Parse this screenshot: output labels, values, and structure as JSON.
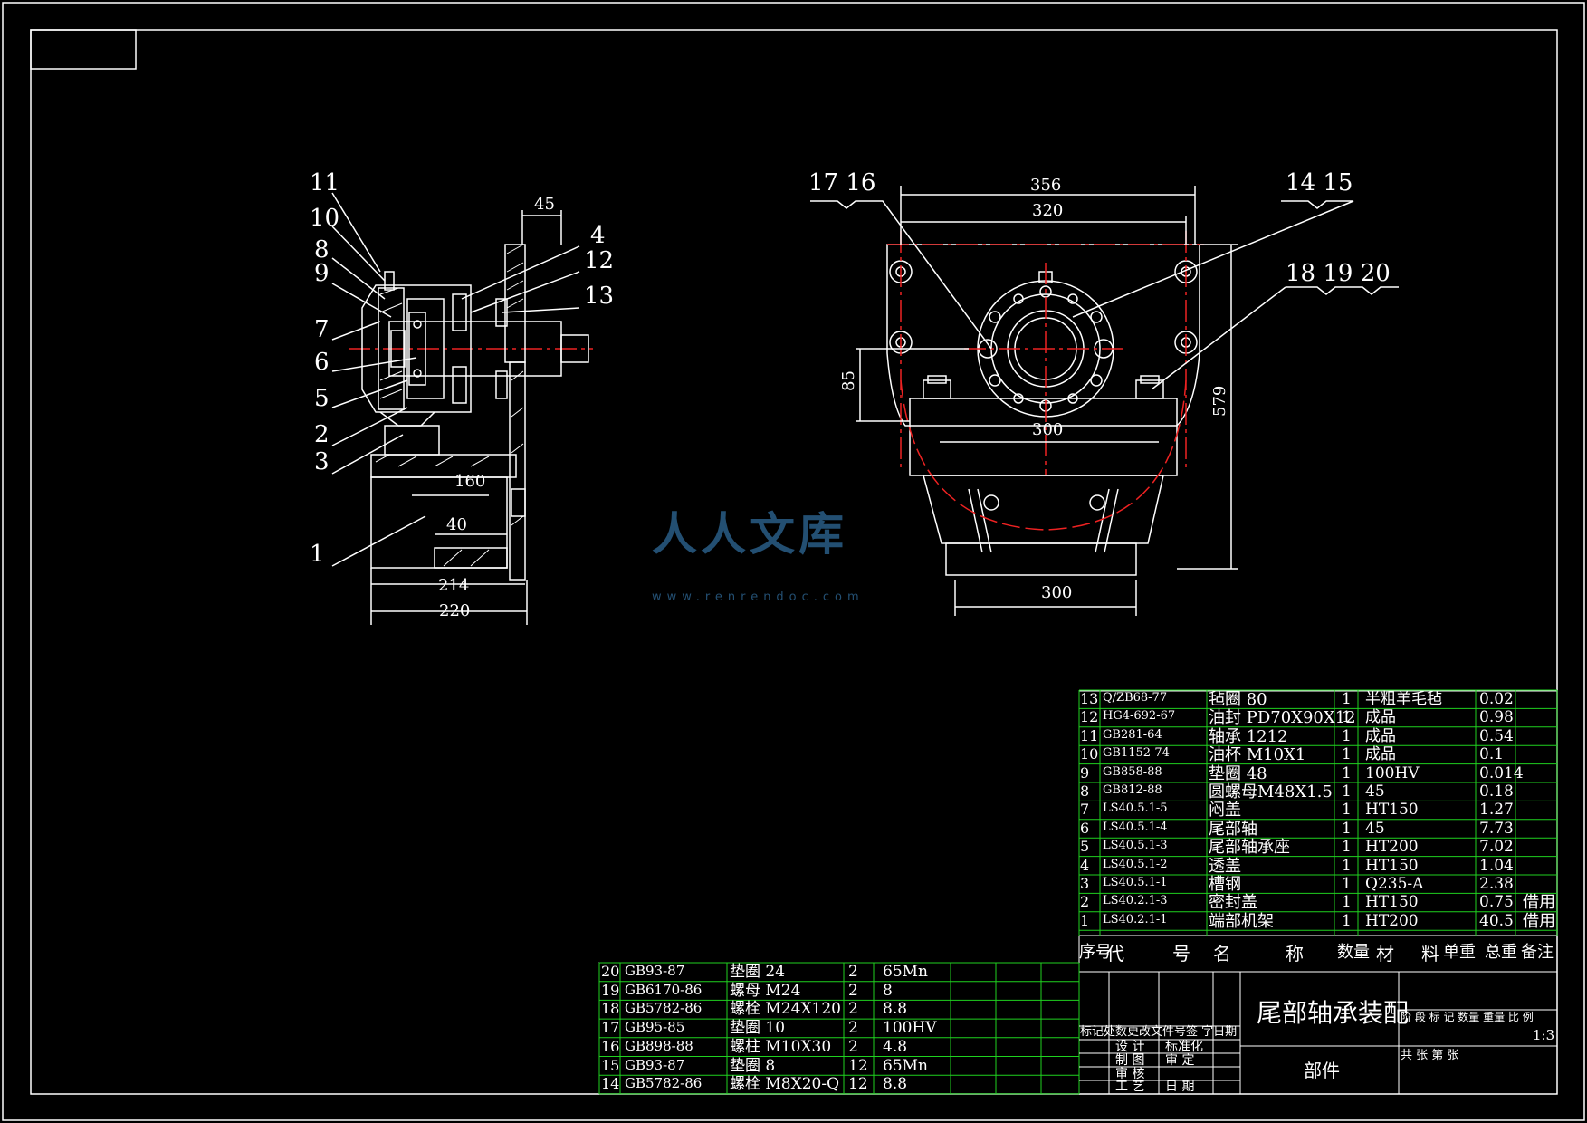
{
  "left_view": {
    "part_labels": [
      "11",
      "10",
      "8",
      "9",
      "7",
      "6",
      "5",
      "2",
      "3",
      "1",
      "4",
      "12",
      "13"
    ],
    "dimensions": {
      "d45": "45",
      "d160": "160",
      "d40": "40",
      "d214": "214",
      "d220": "220"
    }
  },
  "right_view": {
    "labels": {
      "l17_16": "17  16",
      "l14_15": "14  15",
      "l18_19_20": "18  19  20"
    },
    "dimensions": {
      "d356": "356",
      "d320": "320",
      "d85": "85",
      "d579": "579",
      "d300a": "300",
      "d300b": "300"
    }
  },
  "watermark": {
    "text": "人人文库",
    "url": "www.renrendoc.com"
  },
  "bom_upper": [
    {
      "no": "13",
      "code": "Q/ZB68-77",
      "name": "毡圈 80",
      "qty": "1",
      "material": "半粗羊毛毡",
      "weight": "0.02",
      "note": ""
    },
    {
      "no": "12",
      "code": "HG4-692-67",
      "name": "油封 PD70X90X12",
      "qty": "1",
      "material": "成品",
      "weight": "0.98",
      "note": ""
    },
    {
      "no": "11",
      "code": "GB281-64",
      "name": "轴承 1212",
      "qty": "1",
      "material": "成品",
      "weight": "0.54",
      "note": ""
    },
    {
      "no": "10",
      "code": "GB1152-74",
      "name": "油杯 M10X1",
      "qty": "1",
      "material": "成品",
      "weight": "0.1",
      "note": ""
    },
    {
      "no": "9",
      "code": "GB858-88",
      "name": "垫圈 48",
      "qty": "1",
      "material": "100HV",
      "weight": "0.014",
      "note": ""
    },
    {
      "no": "8",
      "code": "GB812-88",
      "name": "圆螺母M48X1.5",
      "qty": "1",
      "material": "45",
      "weight": "0.18",
      "note": ""
    },
    {
      "no": "7",
      "code": "LS40.5.1-5",
      "name": "闷盖",
      "qty": "1",
      "material": "HT150",
      "weight": "1.27",
      "note": ""
    },
    {
      "no": "6",
      "code": "LS40.5.1-4",
      "name": "尾部轴",
      "qty": "1",
      "material": "45",
      "weight": "7.73",
      "note": ""
    },
    {
      "no": "5",
      "code": "LS40.5.1-3",
      "name": "尾部轴承座",
      "qty": "1",
      "material": "HT200",
      "weight": "7.02",
      "note": ""
    },
    {
      "no": "4",
      "code": "LS40.5.1-2",
      "name": "透盖",
      "qty": "1",
      "material": "HT150",
      "weight": "1.04",
      "note": ""
    },
    {
      "no": "3",
      "code": "LS40.5.1-1",
      "name": "槽钢",
      "qty": "1",
      "material": "Q235-A",
      "weight": "2.38",
      "note": ""
    },
    {
      "no": "2",
      "code": "LS40.2.1-3",
      "name": "密封盖",
      "qty": "1",
      "material": "HT150",
      "weight": "0.75",
      "note": "借用"
    },
    {
      "no": "1",
      "code": "LS40.2.1-1",
      "name": "端部机架",
      "qty": "1",
      "material": "HT200",
      "weight": "40.5",
      "note": "借用"
    }
  ],
  "bom_header": {
    "no": "序号",
    "code": "代",
    "code2": "号",
    "name": "名",
    "name2": "称",
    "qty": "数量",
    "material": "材",
    "material2": "料",
    "unit_w": "单重",
    "total_w": "总重",
    "note": "备注"
  },
  "bom_lower": [
    {
      "no": "20",
      "code": "GB93-87",
      "name": "垫圈 24",
      "qty": "2",
      "material": "65Mn"
    },
    {
      "no": "19",
      "code": "GB6170-86",
      "name": "螺母 M24",
      "qty": "2",
      "material": "8"
    },
    {
      "no": "18",
      "code": "GB5782-86",
      "name": "螺栓 M24X120",
      "qty": "2",
      "material": "8.8"
    },
    {
      "no": "17",
      "code": "GB95-85",
      "name": "垫圈 10",
      "qty": "2",
      "material": "100HV"
    },
    {
      "no": "16",
      "code": "GB898-88",
      "name": "螺柱 M10X30",
      "qty": "2",
      "material": "4.8"
    },
    {
      "no": "15",
      "code": "GB93-87",
      "name": "垫圈 8",
      "qty": "12",
      "material": "65Mn"
    },
    {
      "no": "14",
      "code": "GB5782-86",
      "name": "螺栓 M8X20-Q",
      "qty": "12",
      "material": "8.8"
    }
  ],
  "title_block": {
    "title": "尾部轴承装配",
    "subtitle": "部件",
    "rev_header": "标记处数更改文件号签 字日期",
    "design": "设 计",
    "standard": "标准化",
    "draw": "制 图",
    "approve": "审 定",
    "check": "审 核",
    "process": "工 艺",
    "date": "日 期",
    "stage_header": "阶 段 标 记  数量 重量  比 例",
    "scale": "1:3",
    "sheets": "共      张  第      张"
  }
}
